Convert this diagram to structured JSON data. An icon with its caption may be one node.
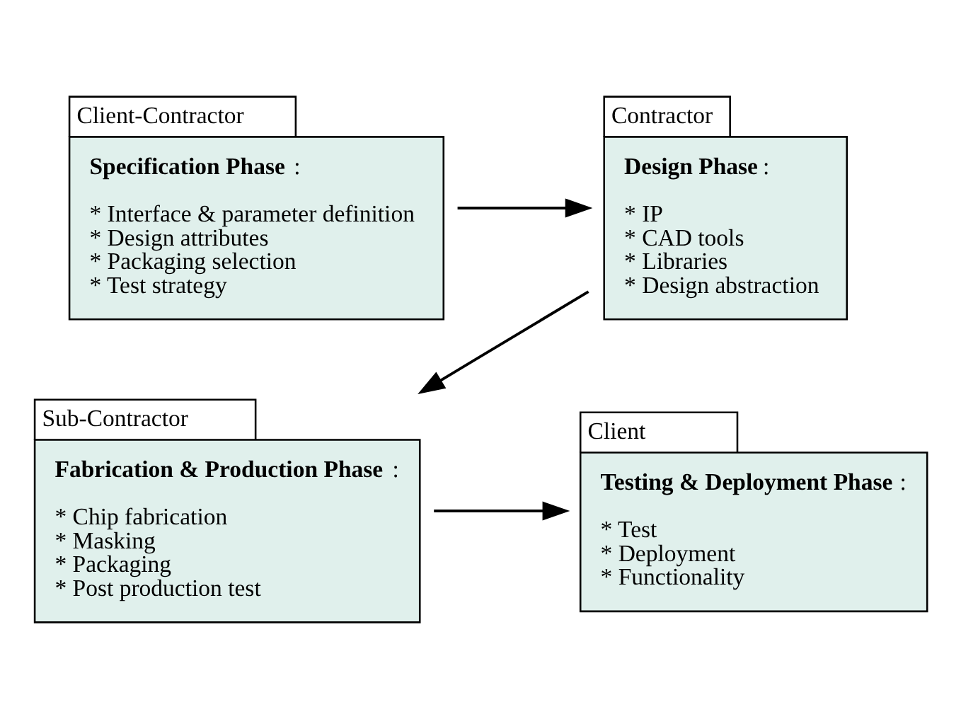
{
  "diagram": {
    "nodes": [
      {
        "text": [
          "Client-Contractor",
          "**Specification Phase**:",
          "* Interface & parameter definition",
          "* Design attributes",
          "* Packaging selection",
          "* Test strategy"
        ]
      },
      {
        "text": [
          "Contractor",
          "**Design Phase**:",
          "* IP",
          "* CAD tools",
          "* Libraries",
          "* Design abstraction"
        ]
      },
      {
        "text": [
          "Client",
          "**Testing & Deployment Phase**:",
          "* Test",
          "* Deployment",
          "* Functionality"
        ]
      },
      {
        "text": [
          "Sub-Contractor",
          "**Fabrication & Production Phase**:",
          "* Chip fabrication",
          "* Masking",
          "* Packaging",
          "* Post production test"
        ]
      }
    ],
    "edges": [
      {
        "from": 0,
        "to": 1,
        "arrow": "to"
      },
      {
        "from": 1,
        "to": 3,
        "arrow": "to"
      },
      {
        "from": 3,
        "to": 2,
        "arrow": "to"
      }
    ]
  }
}
